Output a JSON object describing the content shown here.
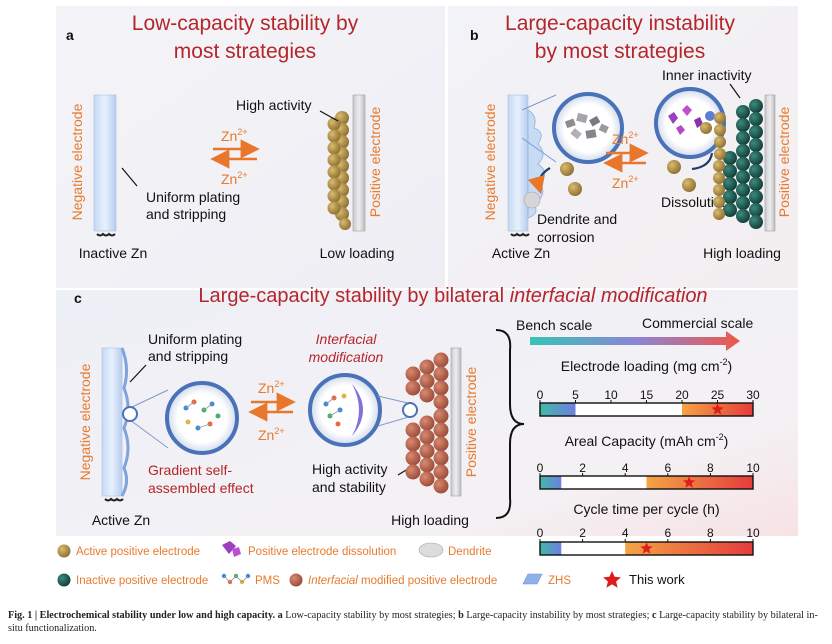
{
  "panel_a": {
    "letter": "a",
    "title_line1": "Low-capacity stability by",
    "title_line2": "most strategies",
    "high_activity": "High activity",
    "zn_top": "Zn",
    "zn_bottom": "Zn",
    "charge": "2+",
    "uniform_line1": "Uniform plating",
    "uniform_line2": "and stripping",
    "neg_label": "Negative electrode",
    "pos_label": "Positive electrode",
    "bottom_left": "Inactive Zn",
    "bottom_right": "Low loading"
  },
  "panel_b": {
    "letter": "b",
    "title_line1": "Large-capacity instability",
    "title_line2": "by most strategies",
    "inner_inactivity": "Inner inactivity",
    "zn_top": "Zn",
    "zn_bottom": "Zn",
    "charge": "2+",
    "dissolution": "Dissolution",
    "dendrite_line1": "Dendrite and",
    "dendrite_line2": "corrosion",
    "neg_label": "Negative electrode",
    "pos_label": "Positive electrode",
    "bottom_left": "Active Zn",
    "bottom_right": "High loading"
  },
  "panel_c": {
    "letter": "c",
    "title_main": "Large-capacity stability by bilateral ",
    "title_italic": "interfacial modification",
    "uniform_line1": "Uniform plating",
    "uniform_line2": "and stripping",
    "interfacial_line1": "Interfacial",
    "interfacial_line2": "modification",
    "zn_top": "Zn",
    "zn_bottom": "Zn",
    "charge": "2+",
    "gradient_line1": "Gradient self-",
    "gradient_line2": "assembled effect",
    "high_line1": "High activity",
    "high_line2": "and stability",
    "neg_label": "Negative electrode",
    "pos_label": "Positive electrode",
    "bottom_left": "Active Zn",
    "bottom_right": "High loading"
  },
  "scale": {
    "bench": "Bench scale",
    "commercial": "Commercial scale",
    "bars": [
      {
        "label": "Electrode loading (mg cm",
        "sup": "-2",
        "close": ")",
        "ticks": [
          "0",
          "5",
          "10",
          "15",
          "20",
          "25",
          "30"
        ],
        "max": 30,
        "blue_end": 5,
        "orange_start": 20,
        "star": 25
      },
      {
        "label": "Areal Capacity (mAh cm",
        "sup": "-2",
        "close": ")",
        "ticks": [
          "0",
          "2",
          "4",
          "6",
          "8",
          "10"
        ],
        "max": 10,
        "blue_end": 1,
        "orange_start": 5,
        "star": 7
      },
      {
        "label": "Cycle time per cycle (h)",
        "sup": "",
        "close": "",
        "ticks": [
          "0",
          "2",
          "4",
          "6",
          "8",
          "10"
        ],
        "max": 10,
        "blue_end": 1,
        "orange_start": 4,
        "star": 5
      }
    ]
  },
  "legend": {
    "active_positive": "Active positive electrode",
    "dissolution": "Positive electrode dissolution",
    "dendrite": "Dendrite",
    "inactive_positive": "Inactive positive electrode",
    "pms": "PMS",
    "modified_italic": "Interfacial",
    "modified_rest": " modified positive electrode",
    "zhs": "ZHS",
    "this_work": "This work"
  },
  "caption": {
    "fig": "Fig. 1 | Electrochemical stability under low and high capacity.",
    "a_letter": "a",
    "a_text": " Low-capacity stability by most strategies; ",
    "b_letter": "b",
    "b_text": " Large-capacity instability by most strategies; ",
    "c_letter": "c",
    "c_text": " Large-capacity stability by bilateral in-situ functionalization."
  },
  "colors": {
    "title_red": "#b5262b",
    "label_orange": "#e87a2c",
    "gold": "#b38f45",
    "dark_teal": "#1d5a52",
    "brown": "#b8634c",
    "star_red": "#e01b1b",
    "bar_blue": "#6f7fe0",
    "bar_orange": "#f1923a"
  }
}
